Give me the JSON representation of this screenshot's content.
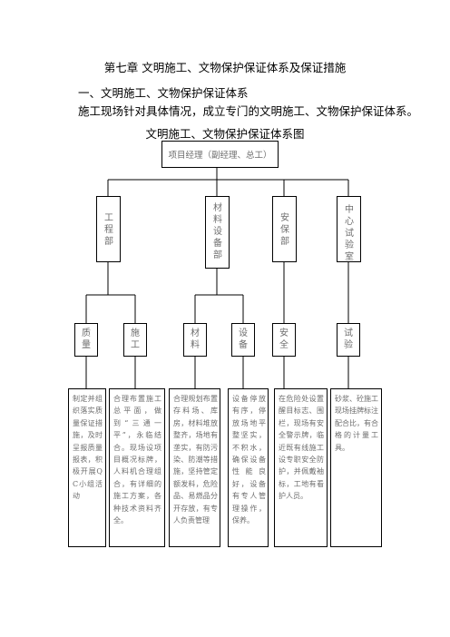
{
  "document": {
    "chapter_title": "第七章  文明施工、文物保护保证体系及保证措施",
    "section_heading": "一、文明施工、文物保护保证体系",
    "intro_text": "施工现场针对具体情况，成立专门的文明施工、文物保护保证体系。",
    "chart_title": "文明施工、文物保护保证体系图"
  },
  "org_chart": {
    "root": "项目经理（副经理、总工）",
    "departments": [
      "工程部",
      "材料设备部",
      "安保部",
      "中心试验室"
    ],
    "units": [
      "质量",
      "施工",
      "材料",
      "设备",
      "安全",
      "试验"
    ],
    "descriptions": [
      "制定并组织落实质量保证措施，及时呈报质量报表，积极开展QC小组活动",
      "合理布置施工总平面，做到“三通一平”，永临结合。现场设项目概况标牌，人料机合理组合，有详细的施工方案，各种技术资料齐全。",
      "合理规划布置存料场、库房，材料堆放整齐，场地有垄实，有防污染、防潮等措施，坚持管定额发料，危险品、易燃品分开存放，有专人负责管理",
      "设备停放有序，停放场地平整坚实，不积水，确保设备性能良好，设备有专人管理操作，保养。",
      "在危险处设置醒目标志、围栏，现场有安全警示牌，临近既有线施工设专职安全防护，并佩戴袖标，工地有看护人员。",
      "砂浆、砼施工现场挂牌标注配合比，有合格的计量工具。"
    ]
  }
}
